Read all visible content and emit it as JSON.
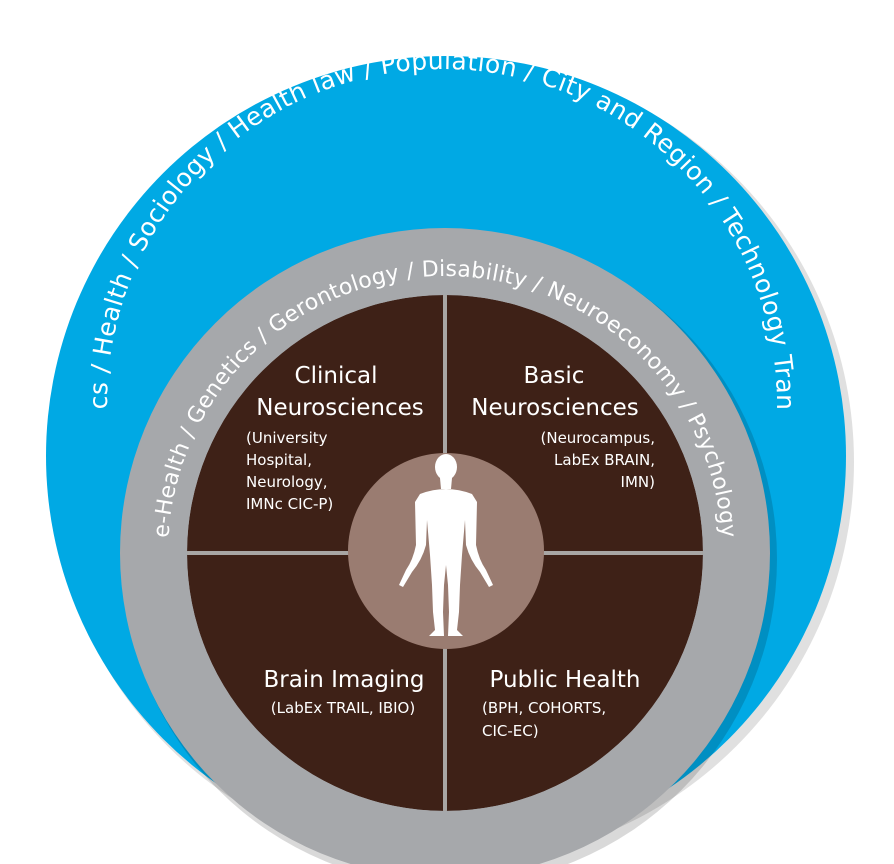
{
  "rings": {
    "outer": {
      "label": "Ethics / Health / Sociology / Health law / Population / City and Region / Technology Transfer",
      "color": "#00a9e4"
    },
    "middle": {
      "label": "e-Health / Genetics / Gerontology / Disability / Neuroeconomy / Psychology",
      "color": "#a6a8ab"
    }
  },
  "colors": {
    "quadrant": "#3e2117",
    "divider": "#a8a6a4",
    "center": "#9a7c71",
    "figure": "#ffffff"
  },
  "quadrants": {
    "top_left": {
      "title_lines": [
        "Clinical",
        "Neurosciences"
      ],
      "detail_lines": [
        "(University",
        "Hospital,",
        "Neurology,",
        "IMNc CIC-P)"
      ]
    },
    "top_right": {
      "title_lines": [
        "Basic",
        "Neurosciences"
      ],
      "detail_lines": [
        "(Neurocampus,",
        "LabEx BRAIN,",
        "IMN)"
      ]
    },
    "bottom_left": {
      "title_lines": [
        "Brain Imaging"
      ],
      "detail_lines": [
        "(LabEx TRAIL, IBIO)"
      ]
    },
    "bottom_right": {
      "title_lines": [
        "Public Health"
      ],
      "detail_lines": [
        "(BPH, COHORTS,",
        "CIC-EC)"
      ]
    }
  },
  "center": {
    "icon": "human-figure-icon"
  }
}
